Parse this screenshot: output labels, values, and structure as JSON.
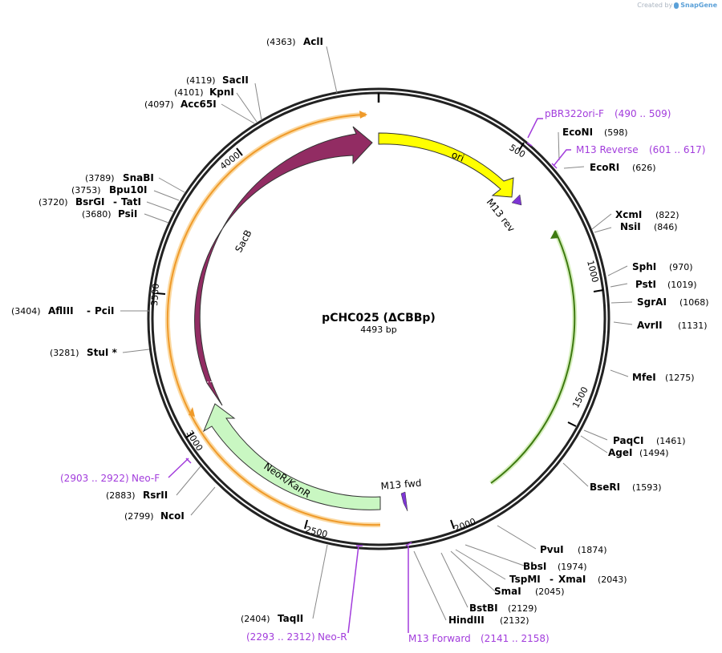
{
  "credit": {
    "prefix": "Created by",
    "brand": "SnapGene"
  },
  "plasmid": {
    "name": "pCHC025 (ΔCBBp)",
    "size_label": "4493 bp",
    "length": 4493
  },
  "ticks": [
    "500",
    "1000",
    "1500",
    "2000",
    "2500",
    "3000",
    "3500",
    "4000"
  ],
  "features": [
    {
      "id": "ori",
      "label": "ori",
      "color": "#ffff00"
    },
    {
      "id": "sacb",
      "label": "SacB",
      "color": "#922c63"
    },
    {
      "id": "neo",
      "label": "NeoR/KanR",
      "color": "#c9f7c2"
    },
    {
      "id": "m13rev",
      "label": "M13 rev",
      "color": "#7d35d4"
    },
    {
      "id": "m13fwd",
      "label": "M13 fwd",
      "color": "#7d35d4"
    }
  ],
  "sites": [
    {
      "id": "acli",
      "name": "AclI",
      "pos": "(4363)"
    },
    {
      "id": "sacii",
      "name": "SacII",
      "pos": "(4119)"
    },
    {
      "id": "kpni",
      "name": "KpnI",
      "pos": "(4101)"
    },
    {
      "id": "acc65i",
      "name": "Acc65I",
      "pos": "(4097)"
    },
    {
      "id": "snabi",
      "name": "SnaBI",
      "pos": "(3789)"
    },
    {
      "id": "bpu10i",
      "name": "Bpu10I",
      "pos": "(3753)"
    },
    {
      "id": "bsrgi",
      "name": "BsrGI",
      "name2": "TatI",
      "pos": "(3720)"
    },
    {
      "id": "psii",
      "name": "PsiI",
      "pos": "(3680)"
    },
    {
      "id": "afliii",
      "name": "AflIII",
      "name2": "PciI",
      "pos": "(3404)"
    },
    {
      "id": "stui",
      "name": "StuI *",
      "pos": "(3281)"
    },
    {
      "id": "rsrii",
      "name": "RsrII",
      "pos": "(2883)"
    },
    {
      "id": "ncoi",
      "name": "NcoI",
      "pos": "(2799)"
    },
    {
      "id": "taqii",
      "name": "TaqII",
      "pos": "(2404)"
    },
    {
      "id": "econi",
      "name": "EcoNI",
      "pos": "(598)"
    },
    {
      "id": "ecori",
      "name": "EcoRI",
      "pos": "(626)"
    },
    {
      "id": "xcmi",
      "name": "XcmI",
      "pos": "(822)"
    },
    {
      "id": "nsii",
      "name": "NsiI",
      "pos": "(846)"
    },
    {
      "id": "sphi",
      "name": "SphI",
      "pos": "(970)"
    },
    {
      "id": "psti",
      "name": "PstI",
      "pos": "(1019)"
    },
    {
      "id": "sgrai",
      "name": "SgrAI",
      "pos": "(1068)"
    },
    {
      "id": "avrii",
      "name": "AvrII",
      "pos": "(1131)"
    },
    {
      "id": "mfei",
      "name": "MfeI",
      "pos": "(1275)"
    },
    {
      "id": "paqci",
      "name": "PaqCI",
      "pos": "(1461)"
    },
    {
      "id": "agei",
      "name": "AgeI",
      "pos": "(1494)"
    },
    {
      "id": "bseri",
      "name": "BseRI",
      "pos": "(1593)"
    },
    {
      "id": "pvui",
      "name": "PvuI",
      "pos": "(1874)"
    },
    {
      "id": "bbsi",
      "name": "BbsI",
      "pos": "(1974)"
    },
    {
      "id": "tspmi",
      "name": "TspMI",
      "name2": "XmaI",
      "pos": "(2043)"
    },
    {
      "id": "smai",
      "name": "SmaI",
      "pos": "(2045)"
    },
    {
      "id": "bstbi",
      "name": "BstBI",
      "pos": "(2129)"
    },
    {
      "id": "hindiii",
      "name": "HindIII",
      "pos": "(2132)"
    }
  ],
  "primers": [
    {
      "id": "pbr322ori",
      "name": "pBR322ori-F",
      "range": "(490 .. 509)"
    },
    {
      "id": "m13reverse",
      "name": "M13 Reverse",
      "range": "(601 .. 617)"
    },
    {
      "id": "neof",
      "name": "Neo-F",
      "range": "(2903 .. 2922)"
    },
    {
      "id": "neor",
      "name": "Neo-R",
      "range": "(2293 .. 2312)"
    },
    {
      "id": "m13forward",
      "name": "M13 Forward",
      "range": "(2141 .. 2158)"
    }
  ],
  "colors": {
    "primer": "#a23cdc",
    "backbone": "#222222",
    "green_arc": "#5a9a1a",
    "orange_arc": "#f0a030",
    "purple_arrow": "#922c63"
  }
}
